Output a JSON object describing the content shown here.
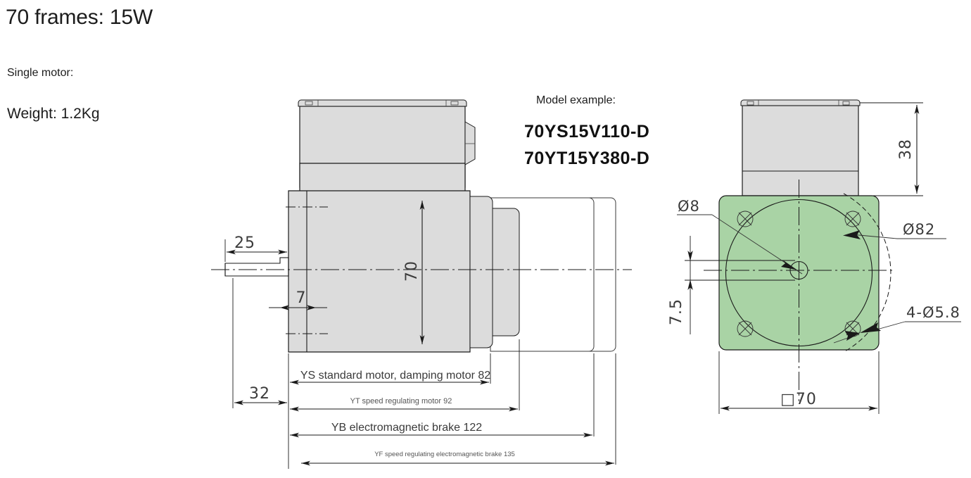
{
  "header": {
    "title": "70 frames: 15W",
    "single_motor_label": "Single motor:",
    "weight_label": "Weight: 1.2Kg"
  },
  "model": {
    "caption": "Model example:",
    "code_1": "70YS15V110-D",
    "code_2": "70YT15Y380-D"
  },
  "side_view": {
    "dim_shaft_length": "25",
    "dim_flange_thickness": "7",
    "dim_body_height": "70",
    "dim_shaft_offset": "32",
    "length_rows": [
      {
        "label": "YS standard motor, damping motor 82",
        "value": "82"
      },
      {
        "label": "YT speed regulating motor 92",
        "value": "92"
      },
      {
        "label": "YB electromagnetic brake 122",
        "value": "122"
      },
      {
        "label": "YF speed regulating electromagnetic brake 135",
        "value": "135"
      }
    ]
  },
  "front_view": {
    "dim_box_height": "38",
    "dim_shaft_dia": "Ø8",
    "dim_pilot_dia": "Ø82",
    "dim_hole_offset": "7.5",
    "dim_mounting_holes": "4-Ø5.8",
    "dim_square": "□70"
  },
  "colors": {
    "flange_green": "#a9d3a5",
    "body_gray": "#dcdcdc",
    "line": "#1a1a1a"
  }
}
